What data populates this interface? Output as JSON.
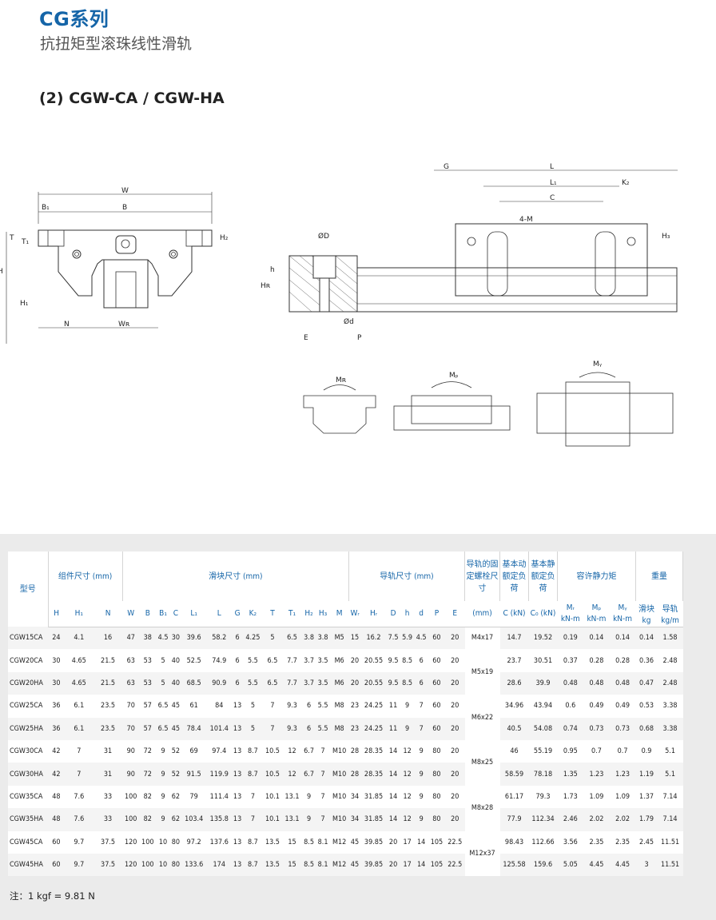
{
  "header": {
    "title": "CG系列",
    "subtitle": "抗扭矩型滚珠线性滑轨",
    "section": "(2) CGW-CA / CGW-HA"
  },
  "diagram_labels": {
    "front": [
      "W",
      "B₁",
      "B",
      "T",
      "T₁",
      "H",
      "H₁",
      "H₂",
      "N",
      "Wᵣ"
    ],
    "side": [
      "ØD",
      "h",
      "Hᵣ",
      "Ød",
      "E",
      "P",
      "G",
      "L",
      "L₁",
      "C",
      "K₂",
      "4-M",
      "H₃"
    ],
    "moments": [
      "Mᵣ",
      "Mₚ",
      "Mᵧ"
    ]
  },
  "table": {
    "group_headers": {
      "model": "型号",
      "assembly": "组件尺寸 (mm)",
      "block": "滑块尺寸 (mm)",
      "rail": "导轨尺寸 (mm)",
      "bolt": "导轨的固定螺栓尺寸",
      "dyn": "基本动额定负荷",
      "stat": "基本静额定负荷",
      "moment": "容许静力矩",
      "weight": "重量"
    },
    "sub_headers": [
      "H",
      "H₁",
      "N",
      "W",
      "B",
      "B₁",
      "C",
      "L₁",
      "L",
      "G",
      "K₂",
      "T",
      "T₁",
      "H₂",
      "H₃",
      "M",
      "Wᵣ",
      "Hᵣ",
      "D",
      "h",
      "d",
      "P",
      "E",
      "(mm)",
      "C (kN)",
      "C₀ (kN)",
      "Mᵣ",
      "Mₚ",
      "Mᵧ",
      "滑块",
      "导轨"
    ],
    "unit_row": [
      "kN-m",
      "kN-m",
      "kN-m",
      "kg",
      "kg/m"
    ],
    "rows": [
      [
        "CGW15CA",
        "24",
        "4.1",
        "16",
        "47",
        "38",
        "4.5",
        "30",
        "39.6",
        "58.2",
        "6",
        "4.25",
        "5",
        "6.5",
        "3.8",
        "3.8",
        "M5",
        "15",
        "16.2",
        "7.5",
        "5.9",
        "4.5",
        "60",
        "20",
        "14.7",
        "19.52",
        "0.19",
        "0.14",
        "0.14",
        "0.14",
        "1.58"
      ],
      [
        "CGW20CA",
        "30",
        "4.65",
        "21.5",
        "63",
        "53",
        "5",
        "40",
        "52.5",
        "74.9",
        "6",
        "5.5",
        "6.5",
        "7.7",
        "3.7",
        "3.5",
        "M6",
        "20",
        "20.55",
        "9.5",
        "8.5",
        "6",
        "60",
        "20",
        "23.7",
        "30.51",
        "0.37",
        "0.28",
        "0.28",
        "0.36",
        "2.48"
      ],
      [
        "CGW20HA",
        "30",
        "4.65",
        "21.5",
        "63",
        "53",
        "5",
        "40",
        "68.5",
        "90.9",
        "6",
        "5.5",
        "6.5",
        "7.7",
        "3.7",
        "3.5",
        "M6",
        "20",
        "20.55",
        "9.5",
        "8.5",
        "6",
        "60",
        "20",
        "28.6",
        "39.9",
        "0.48",
        "0.48",
        "0.48",
        "0.47",
        "2.48"
      ],
      [
        "CGW25CA",
        "36",
        "6.1",
        "23.5",
        "70",
        "57",
        "6.5",
        "45",
        "61",
        "84",
        "13",
        "5",
        "7",
        "9.3",
        "6",
        "5.5",
        "M8",
        "23",
        "24.25",
        "11",
        "9",
        "7",
        "60",
        "20",
        "34.96",
        "43.94",
        "0.6",
        "0.49",
        "0.49",
        "0.53",
        "3.38"
      ],
      [
        "CGW25HA",
        "36",
        "6.1",
        "23.5",
        "70",
        "57",
        "6.5",
        "45",
        "78.4",
        "101.4",
        "13",
        "5",
        "7",
        "9.3",
        "6",
        "5.5",
        "M8",
        "23",
        "24.25",
        "11",
        "9",
        "7",
        "60",
        "20",
        "40.5",
        "54.08",
        "0.74",
        "0.73",
        "0.73",
        "0.68",
        "3.38"
      ],
      [
        "CGW30CA",
        "42",
        "7",
        "31",
        "90",
        "72",
        "9",
        "52",
        "69",
        "97.4",
        "13",
        "8.7",
        "10.5",
        "12",
        "6.7",
        "7",
        "M10",
        "28",
        "28.35",
        "14",
        "12",
        "9",
        "80",
        "20",
        "46",
        "55.19",
        "0.95",
        "0.7",
        "0.7",
        "0.9",
        "5.1"
      ],
      [
        "CGW30HA",
        "42",
        "7",
        "31",
        "90",
        "72",
        "9",
        "52",
        "91.5",
        "119.9",
        "13",
        "8.7",
        "10.5",
        "12",
        "6.7",
        "7",
        "M10",
        "28",
        "28.35",
        "14",
        "12",
        "9",
        "80",
        "20",
        "58.59",
        "78.18",
        "1.35",
        "1.23",
        "1.23",
        "1.19",
        "5.1"
      ],
      [
        "CGW35CA",
        "48",
        "7.6",
        "33",
        "100",
        "82",
        "9",
        "62",
        "79",
        "111.4",
        "13",
        "7",
        "10.1",
        "13.1",
        "9",
        "7",
        "M10",
        "34",
        "31.85",
        "14",
        "12",
        "9",
        "80",
        "20",
        "61.17",
        "79.3",
        "1.73",
        "1.09",
        "1.09",
        "1.37",
        "7.14"
      ],
      [
        "CGW35HA",
        "48",
        "7.6",
        "33",
        "100",
        "82",
        "9",
        "62",
        "103.4",
        "135.8",
        "13",
        "7",
        "10.1",
        "13.1",
        "9",
        "7",
        "M10",
        "34",
        "31.85",
        "14",
        "12",
        "9",
        "80",
        "20",
        "77.9",
        "112.34",
        "2.46",
        "2.02",
        "2.02",
        "1.79",
        "7.14"
      ],
      [
        "CGW45CA",
        "60",
        "9.7",
        "37.5",
        "120",
        "100",
        "10",
        "80",
        "97.2",
        "137.6",
        "13",
        "8.7",
        "13.5",
        "15",
        "8.5",
        "8.1",
        "M12",
        "45",
        "39.85",
        "20",
        "17",
        "14",
        "105",
        "22.5",
        "98.43",
        "112.66",
        "3.56",
        "2.35",
        "2.35",
        "2.45",
        "11.51"
      ],
      [
        "CGW45HA",
        "60",
        "9.7",
        "37.5",
        "120",
        "100",
        "10",
        "80",
        "133.6",
        "174",
        "13",
        "8.7",
        "13.5",
        "15",
        "8.5",
        "8.1",
        "M12",
        "45",
        "39.85",
        "20",
        "17",
        "14",
        "105",
        "22.5",
        "125.58",
        "159.6",
        "5.05",
        "4.45",
        "4.45",
        "3",
        "11.51"
      ]
    ],
    "bolts": [
      "M4x17",
      "M5x19",
      "M6x22",
      "M8x25",
      "M8x28",
      "M12x37"
    ],
    "note": "注：1 kgf = 9.81 N"
  }
}
